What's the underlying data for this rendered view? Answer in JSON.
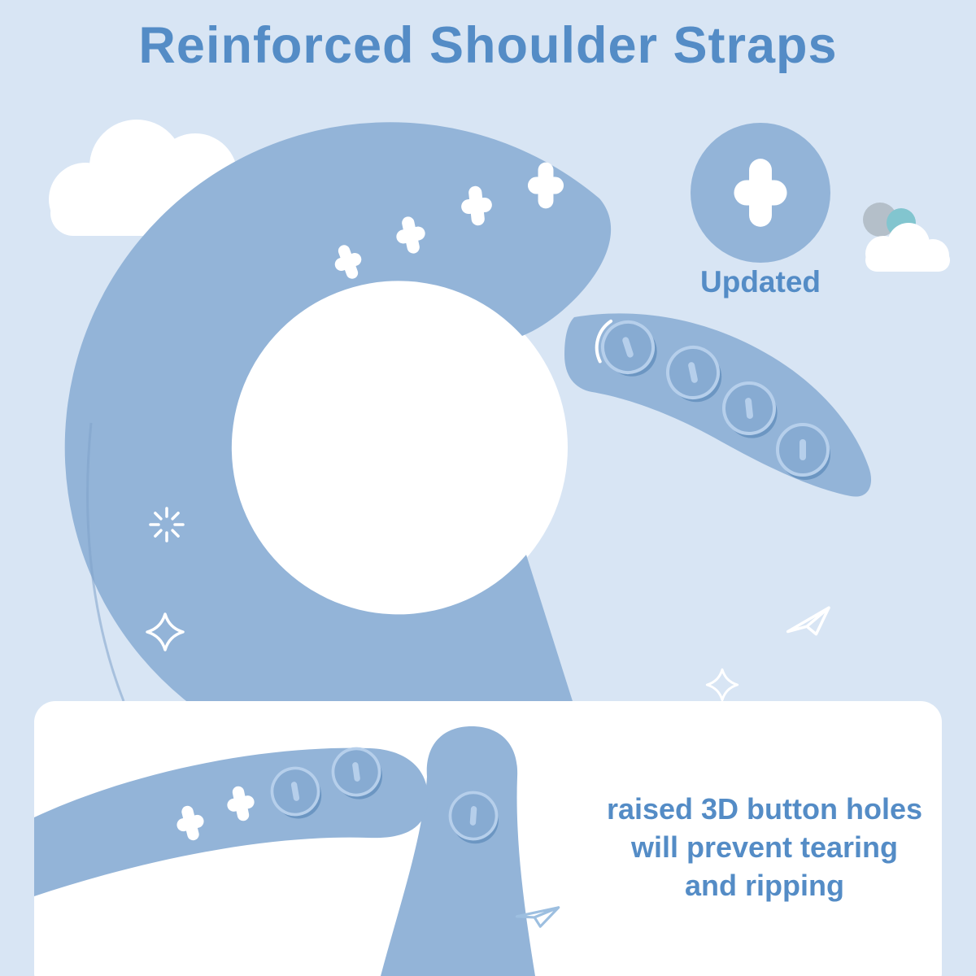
{
  "title": "Reinforced Shoulder Straps",
  "detail_callout": {
    "label": "Updated"
  },
  "caption": {
    "line1": "raised 3D button holes",
    "line2": "will prevent tearing",
    "line3": "and ripping"
  },
  "colors": {
    "background": "#d8e5f4",
    "panel": "#ffffff",
    "bib": "#93b4d8",
    "bib_seam": "#7fa3cb",
    "button": "#87abd2",
    "button_rim": "#b6cfeb",
    "button_shadow": "#6c96c2",
    "hole": "#ffffff",
    "heading_text": "#548cc6",
    "caption_text": "#548cc6",
    "cloud": "#ffffff",
    "accent_gray": "#b4bfc9",
    "accent_teal": "#82c5cf",
    "doodle_blue": "#9dbfe0"
  },
  "icons": {
    "cloud": "cloud-icon",
    "sparkle": "sparkle-icon",
    "star": "star-icon",
    "airplane": "airplane-icon",
    "buttonhole": "buttonhole-icon",
    "button": "button-icon"
  }
}
